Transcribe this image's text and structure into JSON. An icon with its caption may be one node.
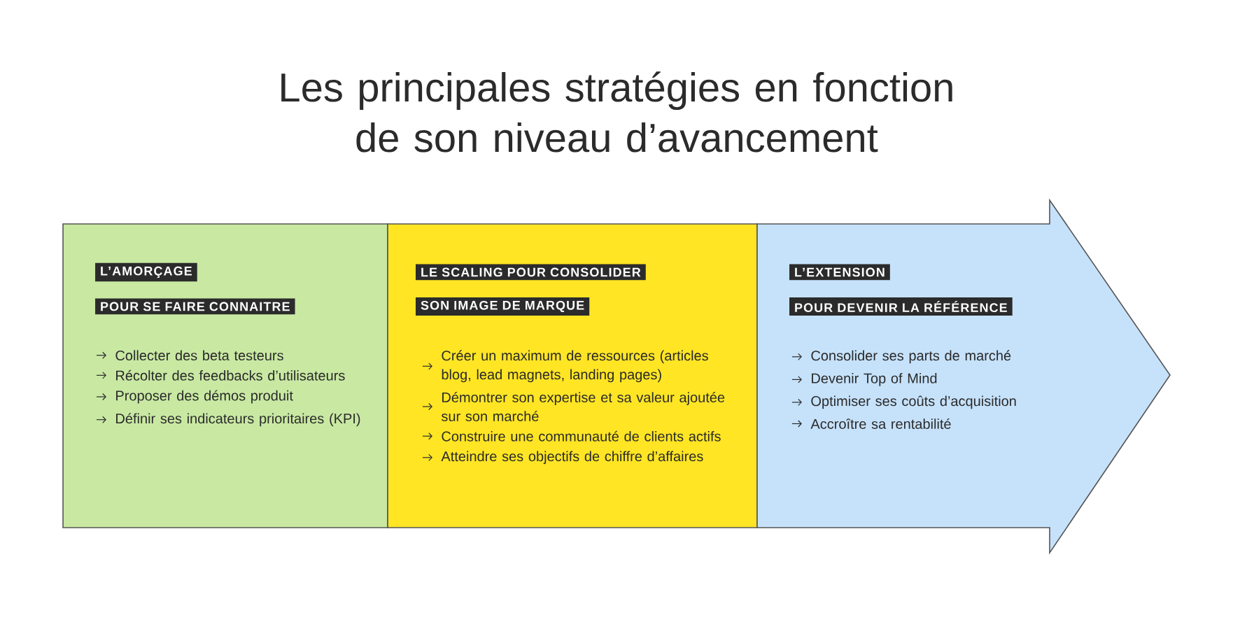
{
  "diagram": {
    "title": "Les principales stratégies en fonction de son niveau d’avancement",
    "nodes": [
      {
        "text": [
          "Collecter des beta testeurs",
          "Récolter des feedbacks d’utilisateurs",
          "Proposer des démos produit",
          "Définir ses indicateurs prioritaires (KPI)"
        ]
      },
      {
        "text": [
          "L’AMORÇAGE"
        ],
        "in": 0
      },
      {
        "text": [
          "POUR SE FAIRE CONNAITRE"
        ],
        "in": 0
      },
      {
        "text": [
          "Créer un maximum de ressources (articles blog, lead magnets, landing pages)",
          "Démontrer son expertise et sa valeur ajoutée sur son marché",
          "Construire une communauté de clients actifs",
          "Atteindre ses objectifs de chiffre d’affaires"
        ]
      },
      {
        "text": [
          "LE SCALING POUR CONSOLIDER"
        ],
        "in": 3
      },
      {
        "text": [
          "SON IMAGE DE MARQUE"
        ],
        "in": 3
      },
      {
        "text": [
          "Consolider ses parts de marché",
          "Devenir Top of Mind",
          "Optimiser ses coûts d’acquisition",
          "Accroître sa rentabilité"
        ]
      },
      {
        "text": [
          "L’EXTENSION"
        ],
        "in": 6
      },
      {
        "text": [
          "POUR DEVENIR LA RÉFÉRENCE"
        ],
        "in": 6
      }
    ]
  }
}
